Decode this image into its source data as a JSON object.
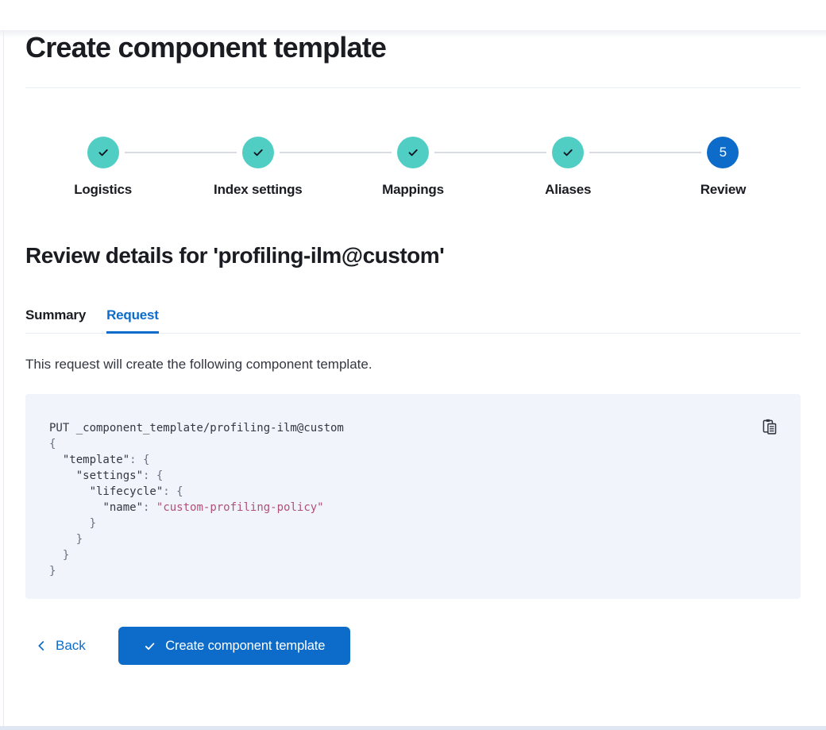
{
  "page": {
    "title": "Create component template"
  },
  "steps": {
    "items": [
      {
        "label": "Logistics",
        "status": "complete"
      },
      {
        "label": "Index settings",
        "status": "complete"
      },
      {
        "label": "Mappings",
        "status": "complete"
      },
      {
        "label": "Aliases",
        "status": "complete"
      },
      {
        "label": "Review",
        "status": "current",
        "number": "5"
      }
    ]
  },
  "review": {
    "heading": "Review details for 'profiling-ilm@custom'",
    "tabs": [
      {
        "label": "Summary",
        "selected": false
      },
      {
        "label": "Request",
        "selected": true
      }
    ],
    "description": "This request will create the following component template."
  },
  "code_block": {
    "lines": [
      [
        [
          "PUT _component_template/profiling-ilm@custom",
          "plain"
        ]
      ],
      [
        [
          "{",
          "punct"
        ]
      ],
      [
        [
          "  ",
          "plain"
        ],
        [
          "\"template\"",
          "key"
        ],
        [
          ":",
          "punct"
        ],
        [
          " ",
          "plain"
        ],
        [
          "{",
          "punct"
        ]
      ],
      [
        [
          "    ",
          "plain"
        ],
        [
          "\"settings\"",
          "key"
        ],
        [
          ":",
          "punct"
        ],
        [
          " ",
          "plain"
        ],
        [
          "{",
          "punct"
        ]
      ],
      [
        [
          "      ",
          "plain"
        ],
        [
          "\"lifecycle\"",
          "key"
        ],
        [
          ":",
          "punct"
        ],
        [
          " ",
          "plain"
        ],
        [
          "{",
          "punct"
        ]
      ],
      [
        [
          "        ",
          "plain"
        ],
        [
          "\"name\"",
          "key"
        ],
        [
          ":",
          "punct"
        ],
        [
          " ",
          "plain"
        ],
        [
          "\"custom-profiling-policy\"",
          "string"
        ]
      ],
      [
        [
          "      }",
          "punct"
        ]
      ],
      [
        [
          "    }",
          "punct"
        ]
      ],
      [
        [
          "  }",
          "punct"
        ]
      ],
      [
        [
          "}",
          "punct"
        ]
      ]
    ]
  },
  "footer": {
    "back_label": "Back",
    "create_label": "Create component template"
  },
  "colors": {
    "accent_blue": "#0d6cca",
    "step_complete_teal": "#50cec4",
    "code_background": "#f1f4fa",
    "code_string_color": "#af5277",
    "text_primary": "#1a1c21",
    "text_secondary": "#343741"
  }
}
